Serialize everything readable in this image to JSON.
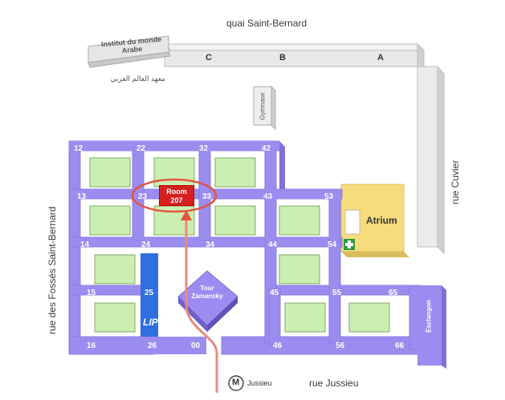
{
  "streets": {
    "quai": "quai Saint-Bernard",
    "fosses": "rue des Fossés Saint-Bernard",
    "cuvier": "rue Cuvier",
    "jussieu": "rue Jussieu"
  },
  "landmarks": {
    "institut": "Institut du monde Arabe",
    "institut_ar_1": "معهد العالم العربي",
    "gymnase": "Gymnase",
    "tour": "Tour Zamansky",
    "atrium": "Atrium",
    "esclangon": "Esclangon",
    "metro_letter": "M",
    "metro_name": "Jussieu",
    "lip": "LIP"
  },
  "sections": [
    "C",
    "B",
    "A"
  ],
  "room": {
    "line1": "Room",
    "line2": "207"
  },
  "towers": [
    "12",
    "22",
    "32",
    "42",
    "13",
    "23",
    "33",
    "43",
    "53",
    "14",
    "24",
    "34",
    "44",
    "54",
    "15",
    "25",
    "45",
    "55",
    "65",
    "16",
    "26",
    "00",
    "46",
    "56",
    "66"
  ],
  "colors": {
    "building": "#9b8cf0",
    "highlight": "#e2553d",
    "lip": "#2f6fe0",
    "atrium": "#f7dc7c",
    "green": "#cdeeb2"
  }
}
